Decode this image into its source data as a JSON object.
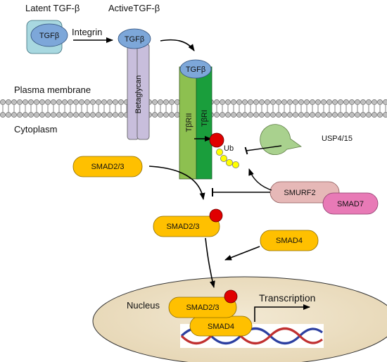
{
  "labels": {
    "latent": "Latent TGF-β",
    "active": "ActiveTGF-β",
    "integrin": "Integrin",
    "plasma_membrane": "Plasma membrane",
    "cytoplasm": "Cytoplasm",
    "ub": "Ub",
    "usp": "USP4/15",
    "nucleus": "Nucleus",
    "transcription": "Transcription"
  },
  "molecules": {
    "tgfb_latent": "TGFβ",
    "tgfb_active": "TGFβ",
    "tgfb_receptor": "TGFβ",
    "betaglycan": "Betaglycan",
    "tbrii": "TβRII",
    "tbri": "TβRI",
    "smad23_free": "SMAD2/3",
    "smad23_phospho": "SMAD2/3",
    "smad23_nuclear": "SMAD2/3",
    "smad4_cyto": "SMAD4",
    "smad4_nuclear": "SMAD4",
    "smurf2": "SMURF2",
    "smad7": "SMAD7"
  },
  "colors": {
    "tgfb": "#7da7d9",
    "latent_box": "#a8d8e0",
    "betaglycan": "#c8bedc",
    "tbrii": "#8dc050",
    "tbri": "#1a9e3c",
    "smad": "#ffc000",
    "smurf2": "#e6b8b7",
    "smad7": "#e87ab6",
    "usp": "#a9d18e",
    "phospho": "#e00000",
    "ub": "#ffff00",
    "nucleus": "#ede0c4"
  }
}
